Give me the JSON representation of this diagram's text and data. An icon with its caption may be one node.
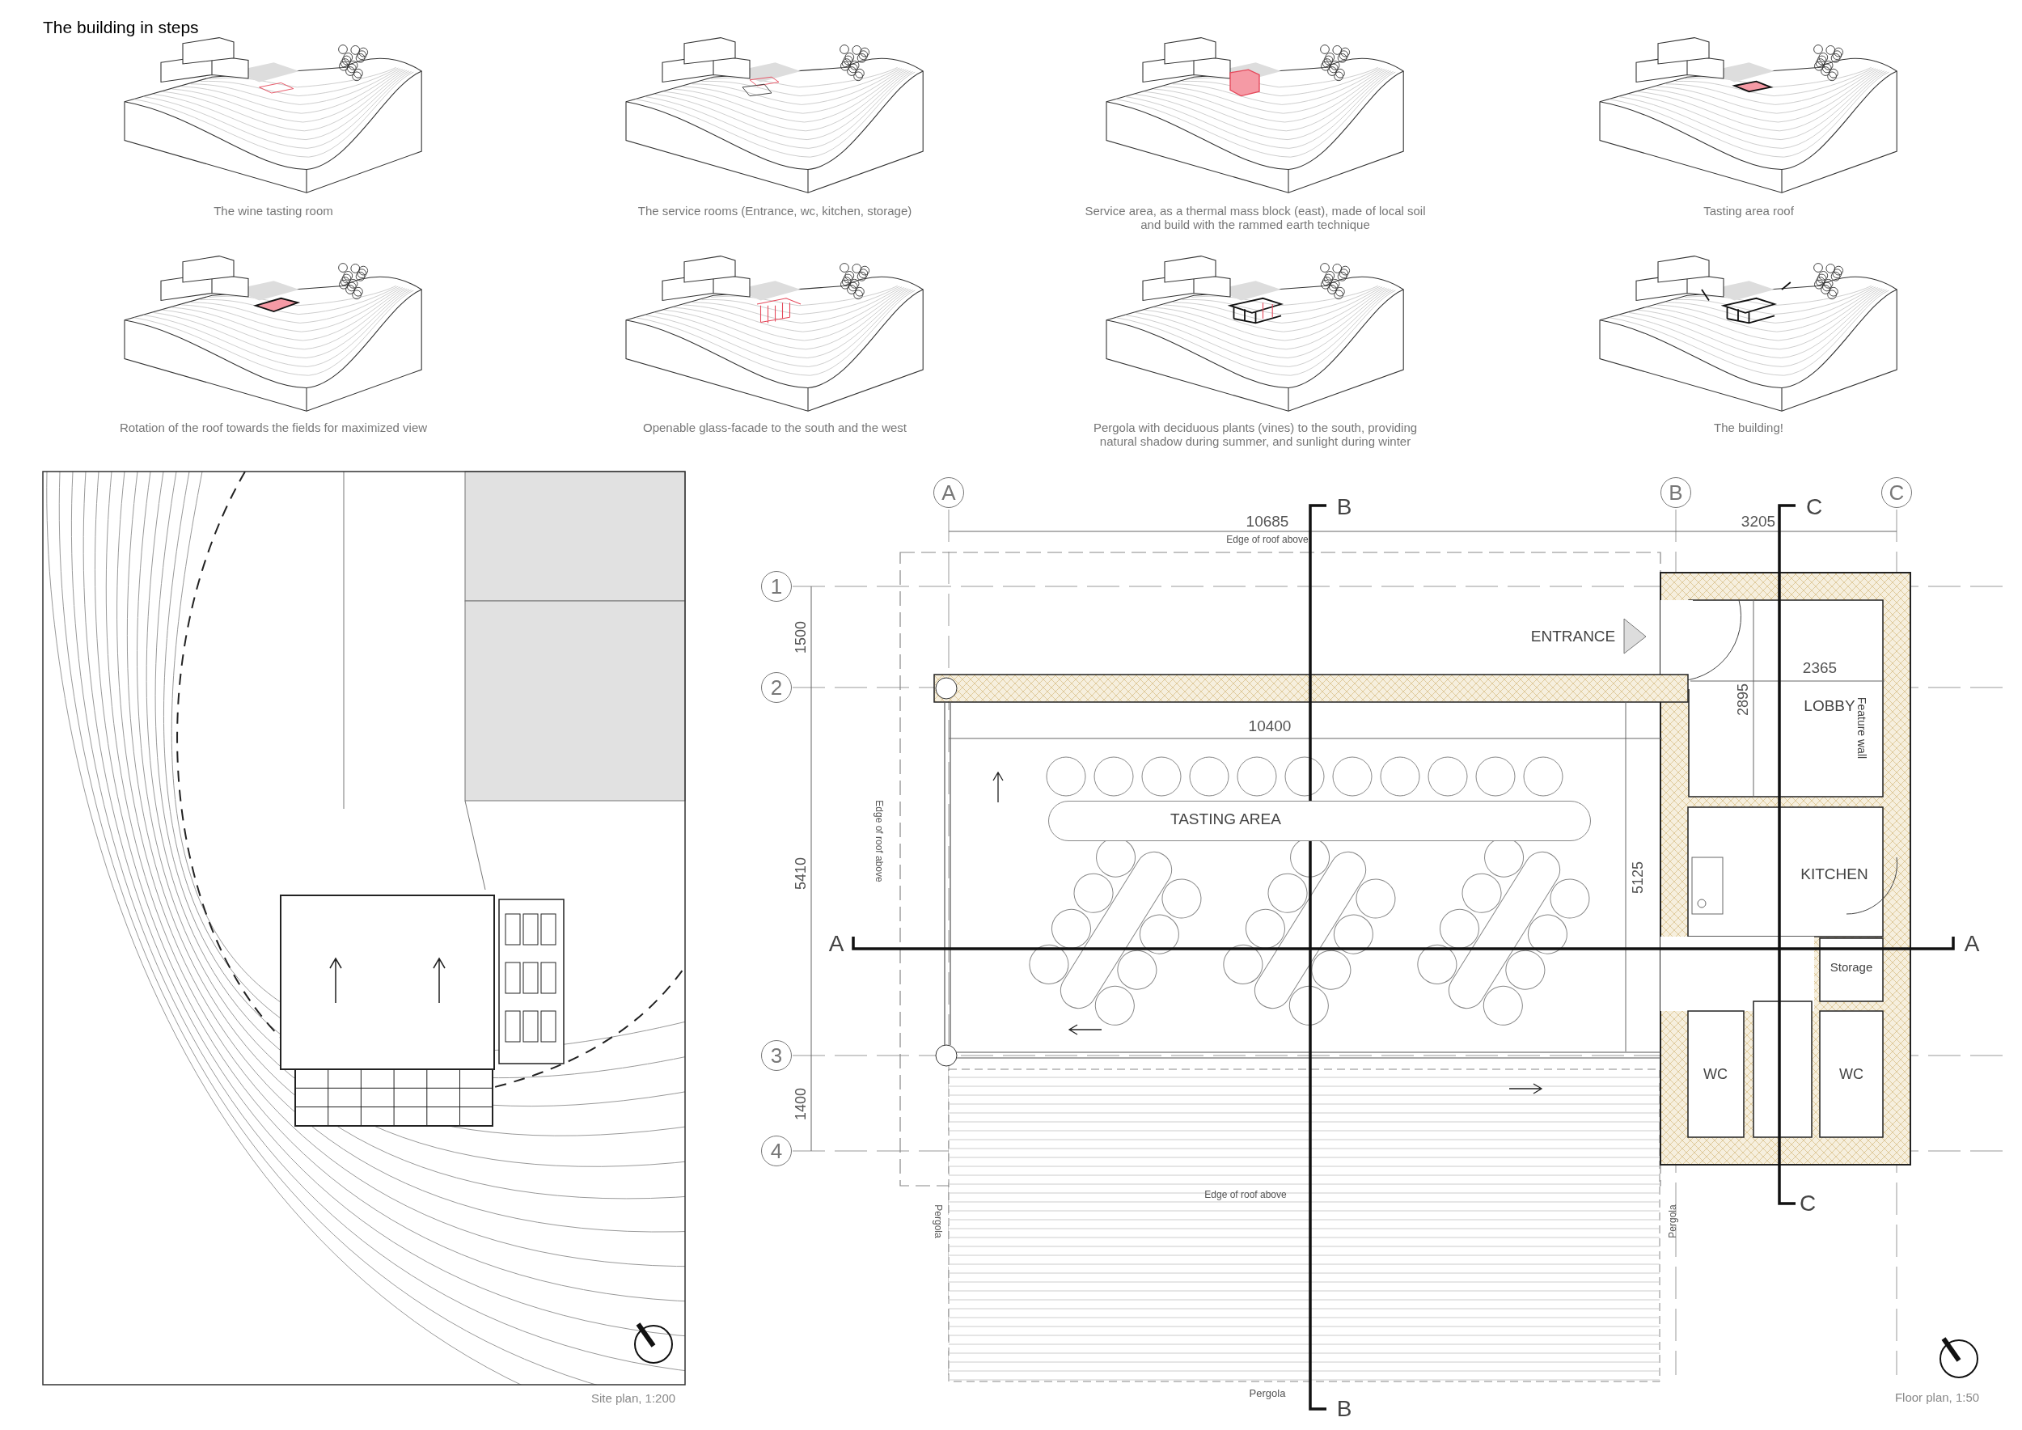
{
  "diagram": {
    "title": "The building in steps",
    "nodes": [
      {
        "text": [
          "A"
        ]
      },
      {
        "text": [
          "B"
        ]
      },
      {
        "text": [
          "C"
        ]
      },
      {
        "text": [
          "1"
        ]
      },
      {
        "text": [
          "2"
        ]
      },
      {
        "text": [
          "3"
        ]
      },
      {
        "text": [
          "4"
        ]
      },
      {
        "text": [
          "TASTING AREA"
        ]
      },
      {
        "text": [
          "LOBBY"
        ]
      },
      {
        "text": [
          "KITCHEN"
        ]
      },
      {
        "text": [
          "Storage"
        ]
      },
      {
        "text": [
          "WC"
        ]
      },
      {
        "text": [
          "WC"
        ]
      }
    ],
    "labels": [
      "The wine tasting room",
      "The service rooms (Entrance, wc, kitchen, storage)",
      "Service area, as a thermal mass block (east), made of local soil and build with the rammed earth technique",
      "Tasting area roof",
      "Rotation of the roof towards the fields for maximized view",
      "Openable glass-facade to the south and the west",
      "Pergola with deciduous plants (vines) to the south, providing natural shadow during summer, and sunlight during winter",
      "The building!",
      "Site plan, 1:200",
      "10685",
      "Edge of roof above",
      "3205",
      "1500",
      "ENTRANCE",
      "2365",
      "2895",
      "10400",
      "Feature wall",
      "5410",
      "Edge of roof above",
      "5125",
      "A",
      "A",
      "1400",
      "Edge of roof above",
      "Pergola",
      "Pergola",
      "Pergola",
      "Floor plan, 1:50",
      "B",
      "C",
      "C",
      "B"
    ]
  }
}
